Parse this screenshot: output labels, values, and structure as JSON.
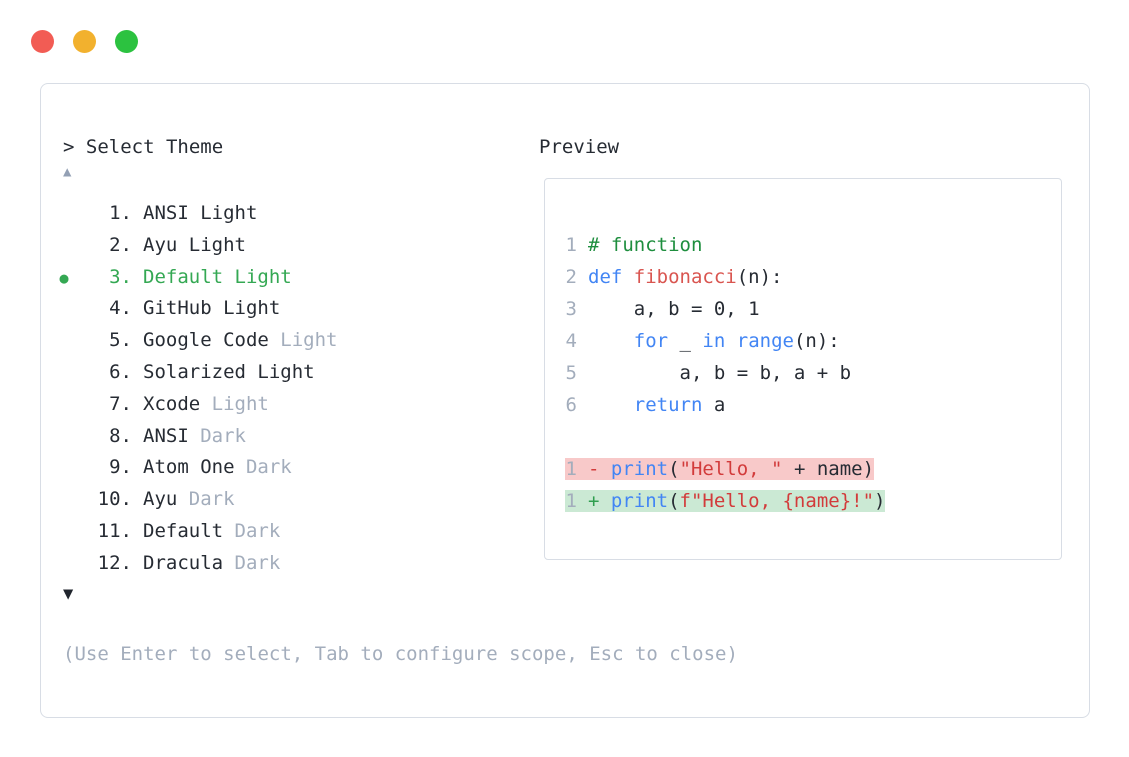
{
  "window": {
    "controls": [
      {
        "name": "close",
        "color": "#f25c54"
      },
      {
        "name": "minimize",
        "color": "#f2b12e"
      },
      {
        "name": "zoom",
        "color": "#2cc240"
      }
    ]
  },
  "prompt": {
    "symbol": ">",
    "label": "Select Theme"
  },
  "scroll": {
    "up_symbol": "▲",
    "down_symbol": "▼"
  },
  "list": {
    "selected_marker": "●"
  },
  "themes": [
    {
      "number": "1.",
      "name": "ANSI Light",
      "muted_suffix": "",
      "selected": false
    },
    {
      "number": "2.",
      "name": "Ayu Light",
      "muted_suffix": "",
      "selected": false
    },
    {
      "number": "3.",
      "name": "Default Light",
      "muted_suffix": "",
      "selected": true
    },
    {
      "number": "4.",
      "name": "GitHub Light",
      "muted_suffix": "",
      "selected": false
    },
    {
      "number": "5.",
      "name": "Google Code",
      "muted_suffix": "Light",
      "selected": false
    },
    {
      "number": "6.",
      "name": "Solarized Light",
      "muted_suffix": "",
      "selected": false
    },
    {
      "number": "7.",
      "name": "Xcode",
      "muted_suffix": "Light",
      "selected": false
    },
    {
      "number": "8.",
      "name": "ANSI",
      "muted_suffix": "Dark",
      "selected": false
    },
    {
      "number": "9.",
      "name": "Atom One",
      "muted_suffix": "Dark",
      "selected": false
    },
    {
      "number": "10.",
      "name": "Ayu",
      "muted_suffix": "Dark",
      "selected": false
    },
    {
      "number": "11.",
      "name": "Default",
      "muted_suffix": "Dark",
      "selected": false
    },
    {
      "number": "12.",
      "name": "Dracula",
      "muted_suffix": "Dark",
      "selected": false
    }
  ],
  "preview": {
    "title": "Preview",
    "code_lines": [
      {
        "num": "1",
        "tokens": [
          [
            "c",
            "# function"
          ]
        ]
      },
      {
        "num": "2",
        "tokens": [
          [
            "k",
            "def"
          ],
          [
            "p",
            " "
          ],
          [
            "f",
            "fibonacci"
          ],
          [
            "p",
            "(n):"
          ]
        ]
      },
      {
        "num": "3",
        "tokens": [
          [
            "p",
            "    a, b = 0, 1"
          ]
        ]
      },
      {
        "num": "4",
        "tokens": [
          [
            "p",
            "    "
          ],
          [
            "k",
            "for"
          ],
          [
            "p",
            " _ "
          ],
          [
            "k",
            "in"
          ],
          [
            "p",
            " "
          ],
          [
            "k",
            "range"
          ],
          [
            "p",
            "(n):"
          ]
        ]
      },
      {
        "num": "5",
        "tokens": [
          [
            "p",
            "        a, b = b, a + b"
          ]
        ]
      },
      {
        "num": "6",
        "tokens": [
          [
            "p",
            "    "
          ],
          [
            "k",
            "return"
          ],
          [
            "p",
            " a"
          ]
        ]
      }
    ],
    "diff_lines": [
      {
        "num": "1",
        "kind": "removed",
        "tokens": [
          [
            "m",
            "- "
          ],
          [
            "k",
            "print"
          ],
          [
            "p",
            "("
          ],
          [
            "s",
            "\"Hello, \""
          ],
          [
            "p",
            " + name)"
          ]
        ]
      },
      {
        "num": "1",
        "kind": "added",
        "tokens": [
          [
            "a",
            "+ "
          ],
          [
            "k",
            "print"
          ],
          [
            "p",
            "("
          ],
          [
            "s",
            "f\"Hello, {name}!\""
          ],
          [
            "p",
            ")"
          ]
        ]
      }
    ]
  },
  "footer": {
    "hint": "(Use Enter to select, Tab to configure scope, Esc to close)"
  },
  "colors": {
    "ink": "#262b33",
    "muted": "#a3adbc",
    "accent-green": "#34a853",
    "comment": "#1e8e3e",
    "keyword": "#4285f4",
    "func": "#d95550",
    "string": "#d23b3b",
    "plus": "#2f9e4f",
    "minus": "#d23b3b",
    "removed-bg": "#f8c9c9",
    "added-bg": "#cbe9d4",
    "border": "#d8dde5",
    "traffic-red": "#f25c54",
    "traffic-yellow": "#f2b12e",
    "traffic-green": "#2cc240"
  }
}
